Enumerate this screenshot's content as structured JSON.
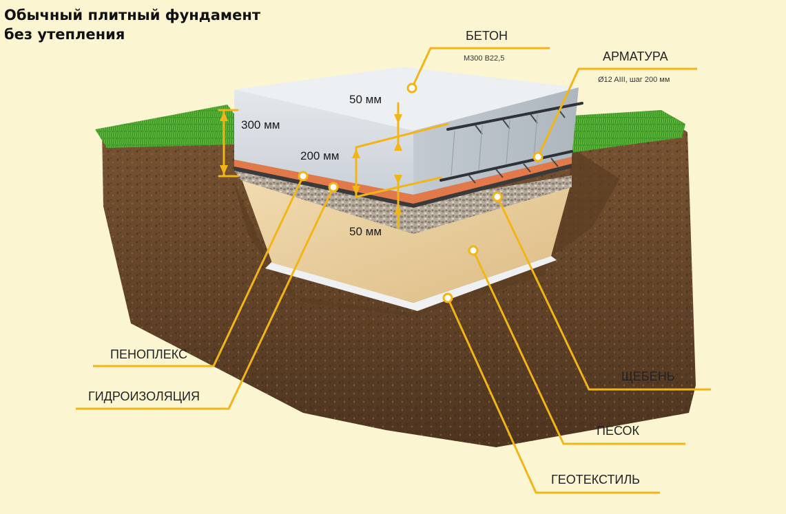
{
  "title": {
    "line1": "Обычный плитный фундамент",
    "line2": "без утепления"
  },
  "labels": {
    "beton": "БЕТОН",
    "beton_grade": "М300 В22,5",
    "armatura": "АРМАТУРА",
    "armatura_spec": "Ø12 AIII, шаг 200 мм",
    "penopleks": "ПЕНОПЛЕКС",
    "gidroizolyaciya": "ГИДРОИЗОЛЯЦИЯ",
    "shcheben": "ЩЕБЕНЬ",
    "pesok": "ПЕСОК",
    "geotekstil": "ГЕОТЕКСТИЛЬ"
  },
  "dimensions": {
    "d_300": "300 мм",
    "d_200": "200 мм",
    "d_50_top": "50 мм",
    "d_50_bottom": "50 мм"
  },
  "colors": {
    "background": "#fcf5d2",
    "callout": "#f2b518",
    "concrete": "#d7dde3",
    "soil": "#6b4a2e",
    "grass": "#3f9a2a",
    "sand": "#e9cd9c",
    "gravel": "#b8aea2",
    "foam": "#e2794a"
  }
}
